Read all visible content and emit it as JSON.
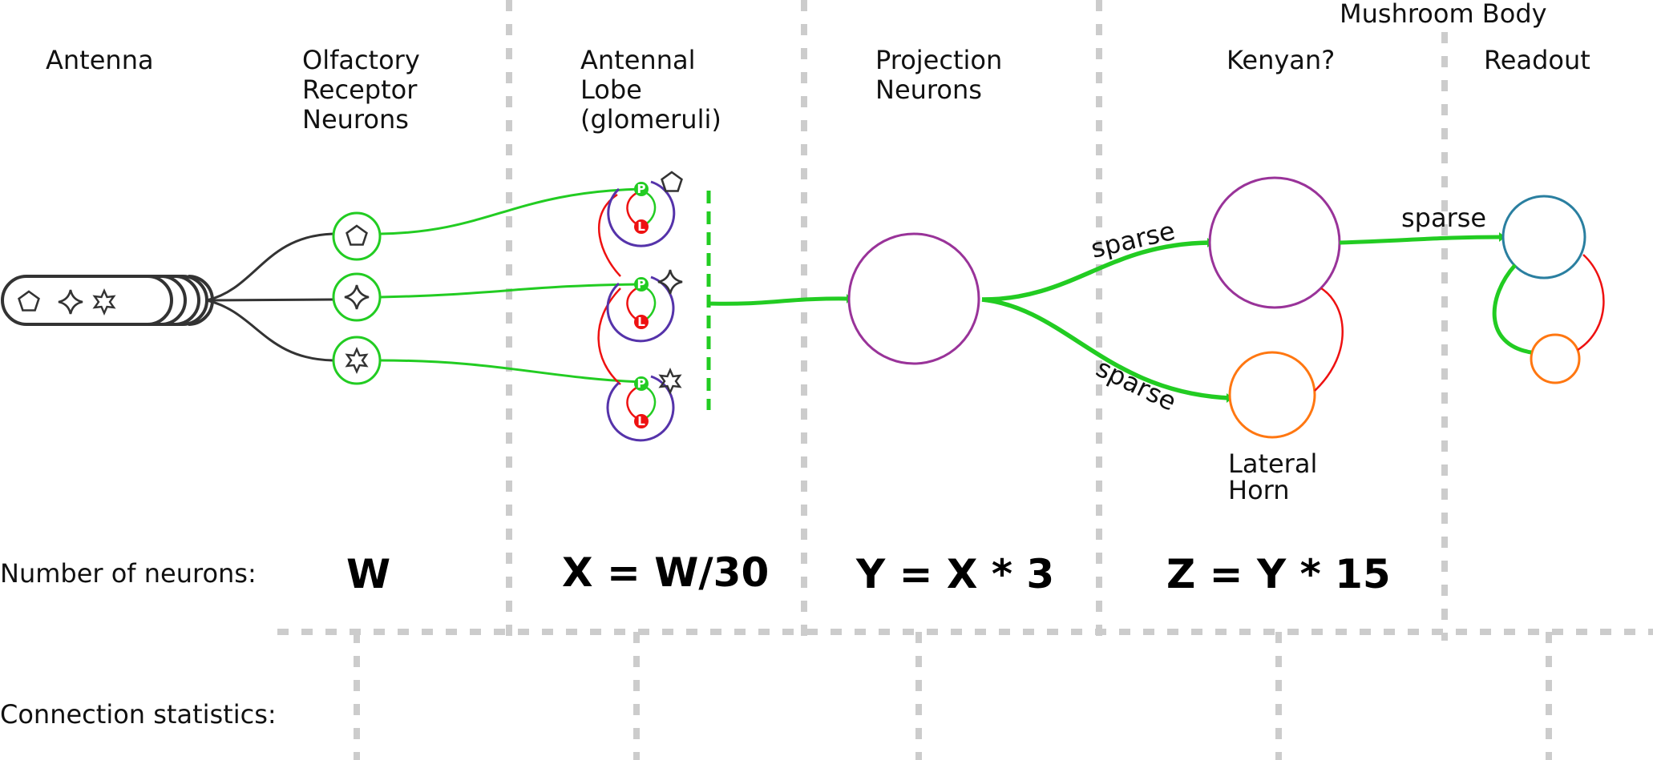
{
  "headers": {
    "antenna": "Antenna",
    "orn": [
      "Olfactory",
      "Receptor",
      "Neurons"
    ],
    "al": [
      "Antennal",
      "Lobe",
      "(glomeruli)"
    ],
    "pn": [
      "Projection",
      "Neurons"
    ],
    "mushroom_body": "Mushroom Body",
    "kenyon": "Kenyan?",
    "readout": "Readout"
  },
  "lateral_horn": [
    "Lateral",
    "Horn"
  ],
  "edge_labels": {
    "sparse_top": "sparse",
    "sparse_bottom": "sparse",
    "sparse_right": "sparse"
  },
  "glomerulus_badges": {
    "p": "P",
    "l": "L"
  },
  "rows": {
    "neurons_label": "Number of neurons:",
    "connections_label": "Connection statistics:"
  },
  "counts": {
    "w": "W",
    "x": "X = W/30",
    "y": "Y = X * 3",
    "z": "Z = Y * 15"
  },
  "colors": {
    "green": "#22cc22",
    "red": "#ee1111",
    "purple": "#993399",
    "glomerulus_purple": "#5533aa",
    "orange": "#ff7711",
    "teal": "#2a7fa0",
    "dark": "#333333",
    "grid": "#cccccc"
  },
  "icons": [
    "pentagon-icon",
    "four-point-star-icon",
    "six-point-star-icon"
  ]
}
